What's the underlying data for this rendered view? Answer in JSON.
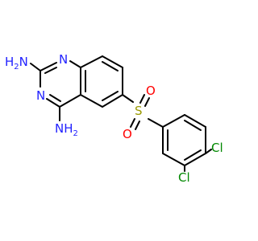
{
  "colors": {
    "background": "#ffffff",
    "bond": "#000000",
    "nitrogen": "#2222ff",
    "sulfur": "#999900",
    "oxygen": "#ff0000",
    "chlorine": "#008800"
  },
  "atoms": {
    "nh2_top": {
      "main": "H",
      "sub": "2",
      "tail": "N"
    },
    "nh2_bottom": {
      "main": "NH",
      "sub": "2"
    },
    "n_ring_top": "N",
    "n_ring_bottom": "N",
    "sulfur": "S",
    "oxygen_top": "O",
    "oxygen_bottom": "O",
    "chlorine_right": "Cl",
    "chlorine_bottom": "Cl"
  }
}
